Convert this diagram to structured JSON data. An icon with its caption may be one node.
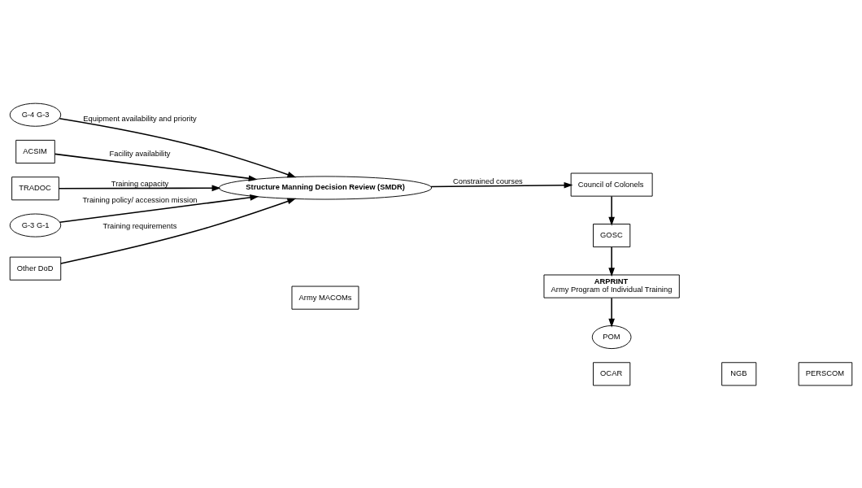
{
  "diagram": {
    "nodes": [
      {
        "text": [
          "ACSIM"
        ]
      },
      {
        "text": [
          "TRADOC"
        ]
      },
      {
        "text": [
          "Council of Colonels"
        ]
      },
      {
        "text": [
          "G-3 G-1"
        ]
      },
      {
        "text": [
          "Structure Manning Decision Review (SMDR)"
        ]
      },
      {
        "text": [
          "GOSC"
        ]
      },
      {
        "text": [
          "Other DoD"
        ]
      },
      {
        "text": [
          "Army MACOMs"
        ]
      },
      {
        "text": [
          "OCAR"
        ]
      },
      {
        "text": [
          "NGB"
        ]
      },
      {
        "text": [
          "PERSCOM"
        ]
      },
      {
        "text": [
          "ARPRINT",
          "Army Program of Individual Training"
        ]
      },
      {
        "text": [
          "G-4 G-3"
        ]
      },
      {
        "text": [
          "POM"
        ]
      }
    ],
    "edges": [
      {
        "from": 1,
        "to": 4,
        "arrow": "to",
        "label": "Training capacity"
      },
      {
        "from": 0,
        "to": 4,
        "arrow": "to",
        "label": "Facility availability"
      },
      {
        "from": 3,
        "to": 4,
        "arrow": "to",
        "label": "Training policy/ accession mission"
      },
      {
        "from": 6,
        "to": 4,
        "arrow": "to",
        "label": "Training requirements"
      },
      {
        "from": 12,
        "to": 4,
        "arrow": "to",
        "label": "Equipment availability and priority"
      },
      {
        "from": 4,
        "to": 2,
        "arrow": "to",
        "label": "Constrained courses"
      },
      {
        "from": 2,
        "to": 5,
        "arrow": "to"
      },
      {
        "from": 5,
        "to": 11,
        "arrow": "to"
      },
      {
        "from": 11,
        "to": 13,
        "arrow": "to"
      }
    ]
  }
}
